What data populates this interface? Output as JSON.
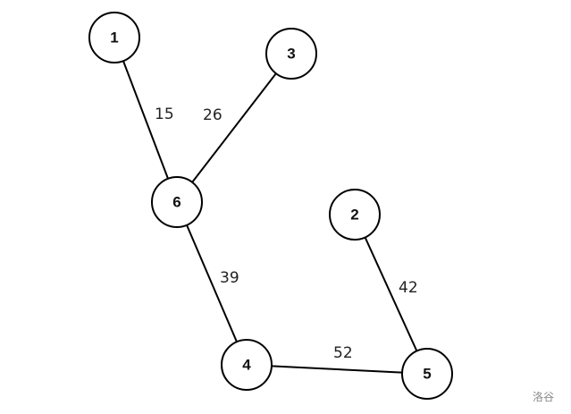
{
  "graph": {
    "nodes": [
      {
        "id": "1",
        "label": "1"
      },
      {
        "id": "3",
        "label": "3"
      },
      {
        "id": "6",
        "label": "6"
      },
      {
        "id": "2",
        "label": "2"
      },
      {
        "id": "4",
        "label": "4"
      },
      {
        "id": "5",
        "label": "5"
      }
    ],
    "edges": [
      {
        "from": "1",
        "to": "6",
        "weight": "15"
      },
      {
        "from": "3",
        "to": "6",
        "weight": "26"
      },
      {
        "from": "6",
        "to": "4",
        "weight": "39"
      },
      {
        "from": "2",
        "to": "5",
        "weight": "42"
      },
      {
        "from": "4",
        "to": "5",
        "weight": "52"
      }
    ]
  },
  "watermark": "洛谷"
}
